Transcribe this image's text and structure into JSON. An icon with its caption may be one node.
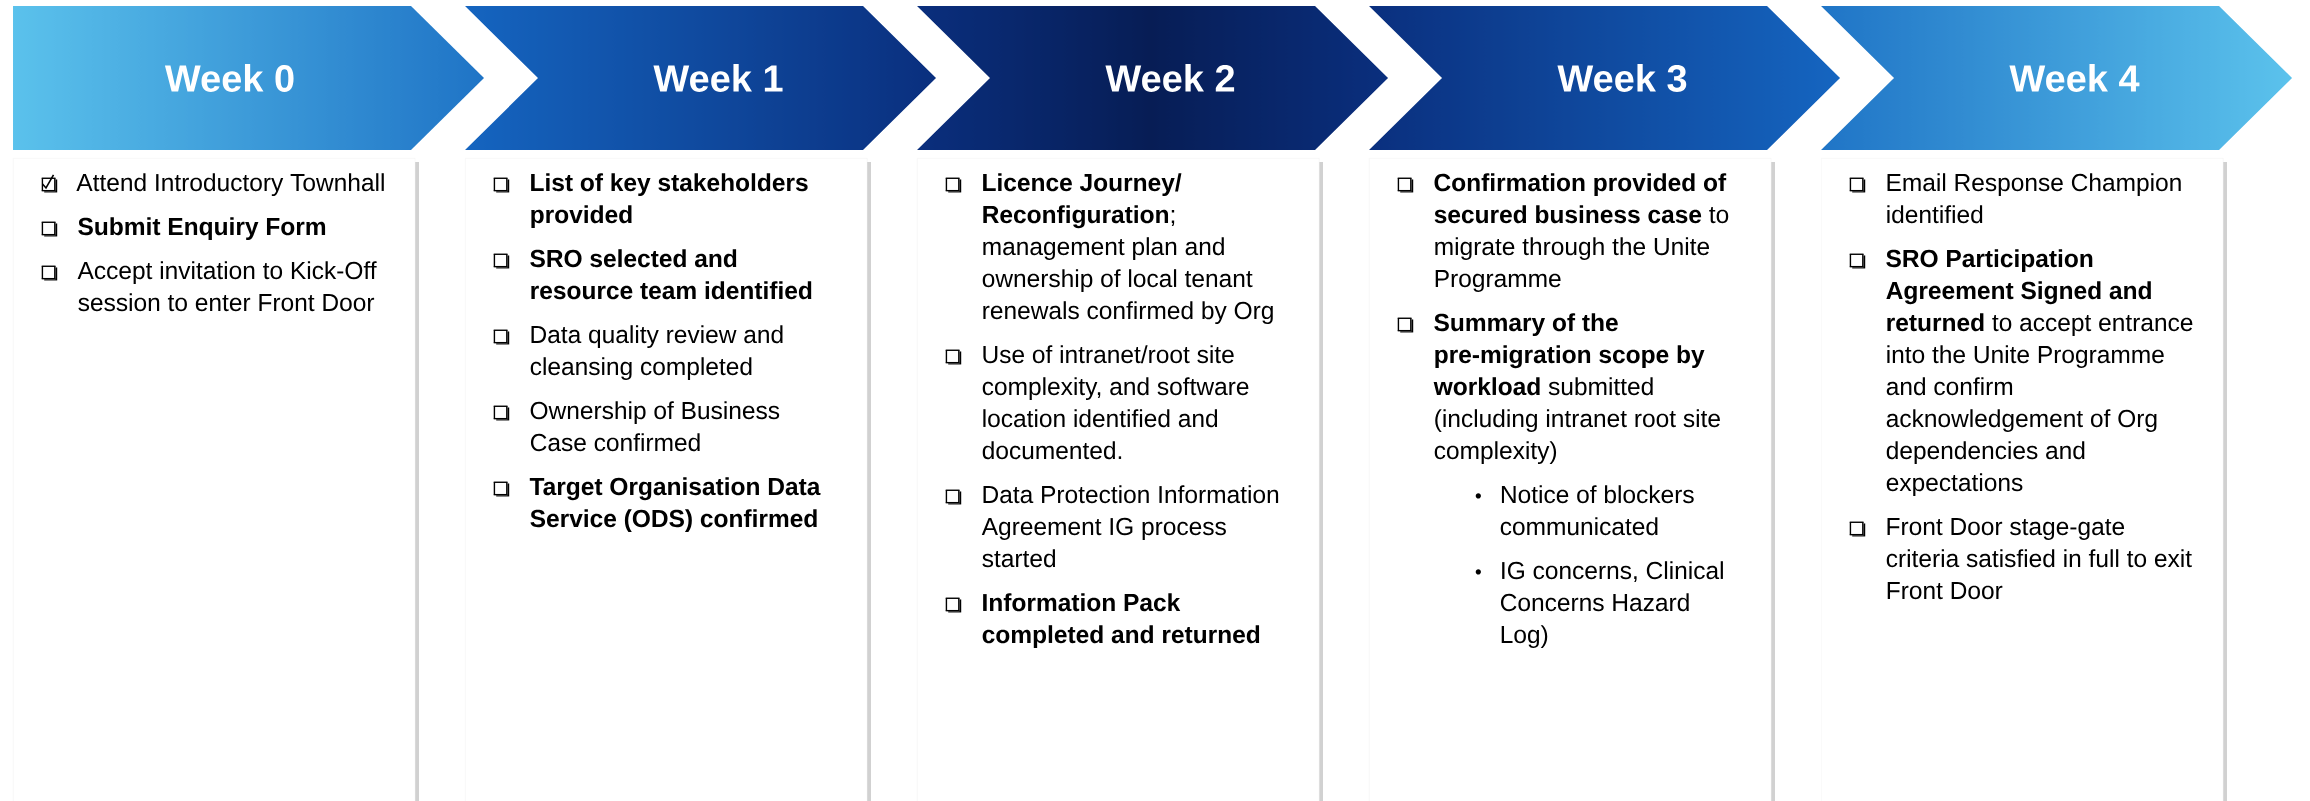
{
  "diagram": {
    "nodes": [
      {
        "text": [
          "Week 0"
        ]
      },
      {
        "text": [
          "Week 1"
        ]
      },
      {
        "text": [
          "Week 2"
        ]
      },
      {
        "text": [
          "Week 3"
        ]
      },
      {
        "text": [
          "Week 4"
        ]
      },
      {
        "text": [
          "Attend Introductory Townhall",
          "Submit Enquiry Form",
          "Accept invitation to Kick-Off session to enter Front Door"
        ]
      },
      {
        "text": [
          "List of key stakeholders provided",
          "SRO selected and resource team identified",
          "Data quality review and cleansing completed",
          "Ownership of Business Case confirmed",
          "Target Organisation Data Service (ODS) confirmed"
        ]
      },
      {
        "text": [
          "**Licence Journey/ Reconfiguration**; management plan and ownership of local tenant renewals confirmed by Org",
          "Use of intranet/root site complexity, and software location identified and documented.",
          "Data Protection Information Agreement IG process started",
          "Information Pack completed and returned"
        ]
      },
      {
        "text": [
          "**Confirmation provided of secured business case** to migrate through the Unite Programme",
          "**Summary of the pre-migration scope by workload** submitted (including intranet root site complexity)",
          "Notice of blockers communicated",
          "IG concerns, Clinical Concerns Hazard Log)"
        ]
      },
      {
        "text": [
          "Email Response Champion identified",
          "**SRO Participation Agreement Signed and returned** to accept entrance into the Unite Programme and confirm acknowledgement of Org dependencies and expectations",
          "Front Door stage-gate criteria satisfied in full to exit Front Door"
        ]
      }
    ]
  }
}
